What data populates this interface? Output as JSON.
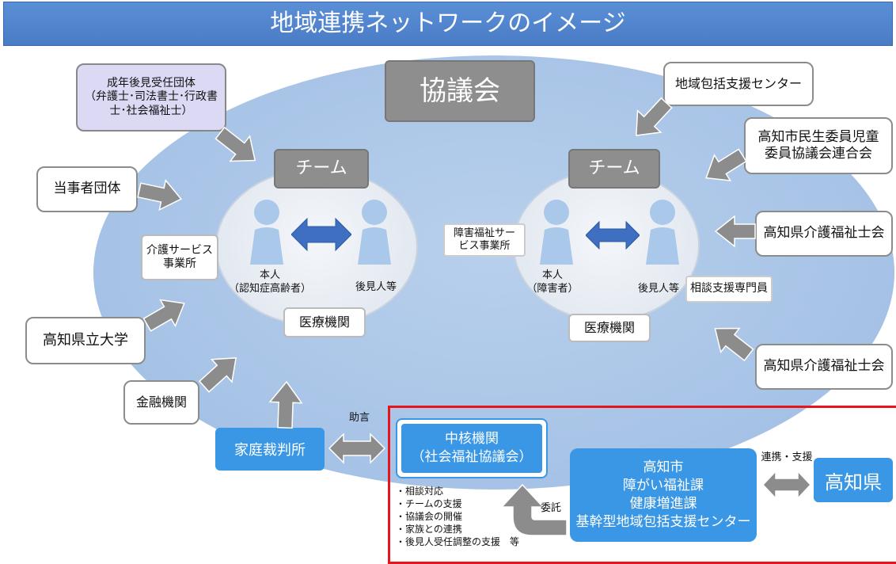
{
  "title": "地域連携ネットワークのイメージ",
  "council": "協議会",
  "teams": {
    "left": {
      "label": "チーム",
      "person_a": "本人\n（認知症高齢者）",
      "person_b": "後見人等",
      "medical": "医療機関",
      "care_service": "介護サービス\n事業所"
    },
    "right": {
      "label": "チーム",
      "person_a": "本人\n（障害者）",
      "person_b": "後見人等",
      "medical": "医療機関",
      "disability_service": "障害福祉サー\nビス事業所",
      "consultation": "相談支援専門員"
    }
  },
  "left_orgs": {
    "guardian_group": "成年後見受任団体\n（弁護士･司法書士･行政書\n士･社会福祉士）",
    "party_group": "当事者団体",
    "university": "高知県立大学",
    "financial": "金融機関",
    "court": "家庭裁判所"
  },
  "right_orgs": {
    "community_center": "地域包括支援センター",
    "welfare_council": "高知市民生委員児童\n委員協議会連合会",
    "care_worker_a": "高知県介護福祉士会",
    "care_worker_b": "高知県介護福祉士会"
  },
  "core": {
    "name": "中核機関\n（社会福祉協議会）",
    "advice_label": "助言",
    "entrust_label": "委託",
    "duties": [
      "相談対応",
      "チームの支援",
      "協議会の開催",
      "家族との連携",
      "後見人受任調整の支援　等"
    ]
  },
  "city": {
    "name": "高知市\n障がい福祉課\n健康増進課\n基幹型地域包括支援センター",
    "link_label": "連携・支援",
    "prefecture": "高知県"
  },
  "colors": {
    "title_bar": "#4a7cc6",
    "ellipse": "#a7c3e6",
    "core_blue": "#3a97e6",
    "red_frame": "#e8141c",
    "gray_arrow": "#8c8c8c",
    "person": "#a9c8ea",
    "double_arrow": "#3f6fc0"
  }
}
